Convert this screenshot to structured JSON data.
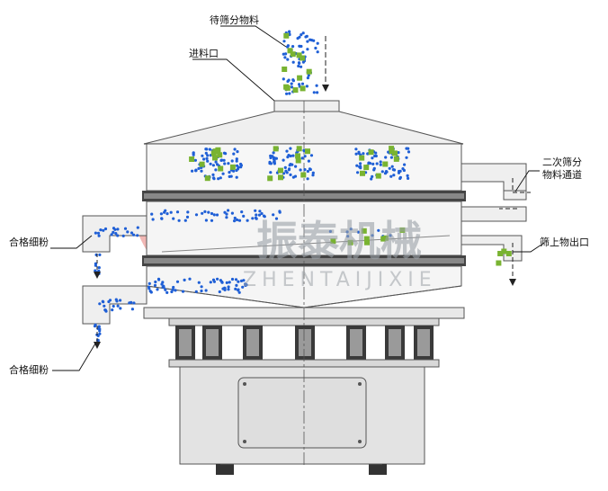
{
  "labels": {
    "feed_material": "待筛分物料",
    "feed_inlet": "进料口",
    "secondary_channel_line1": "二次筛分",
    "secondary_channel_line2": "物料通道",
    "fine_powder_upper": "合格细粉",
    "fine_powder_lower": "合格细粉",
    "oversize_outlet": "筛上物出口"
  },
  "watermark": {
    "text": "振泰机械",
    "subtext": "ZHENTAIJIXIE"
  },
  "colors": {
    "outline": "#555555",
    "machine_fill": "#efefef",
    "body_fill": "#e3e3e3",
    "powder_blue": "#1f5fd6",
    "granule_green": "#79b331",
    "spring_dark": "#333333",
    "watermark_gray": "#9aa0a6",
    "watermark_red": "#d9342b"
  }
}
